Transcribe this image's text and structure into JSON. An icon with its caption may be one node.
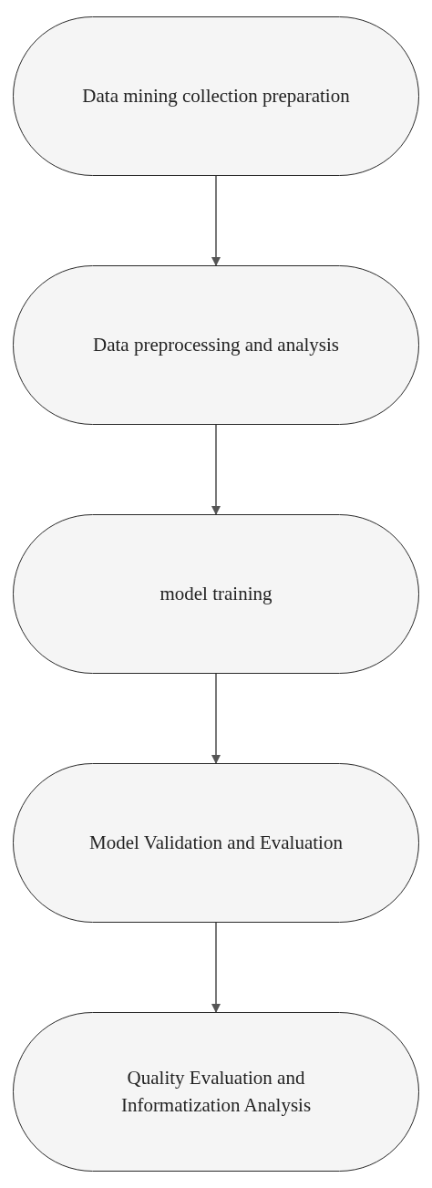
{
  "diagram": {
    "nodes": [
      {
        "text": [
          "Data mining collection preparation"
        ]
      },
      {
        "text": [
          "Data preprocessing and analysis"
        ]
      },
      {
        "text": [
          "model training"
        ]
      },
      {
        "text": [
          "Model Validation and Evaluation"
        ]
      },
      {
        "text": [
          "Quality Evaluation and Informatization Analysis"
        ]
      }
    ],
    "edges": [
      {
        "from": 0,
        "to": 1,
        "arrow": "to"
      },
      {
        "from": 1,
        "to": 2,
        "arrow": "to"
      },
      {
        "from": 2,
        "to": 3,
        "arrow": "to"
      },
      {
        "from": 3,
        "to": 4,
        "arrow": "to"
      }
    ]
  }
}
